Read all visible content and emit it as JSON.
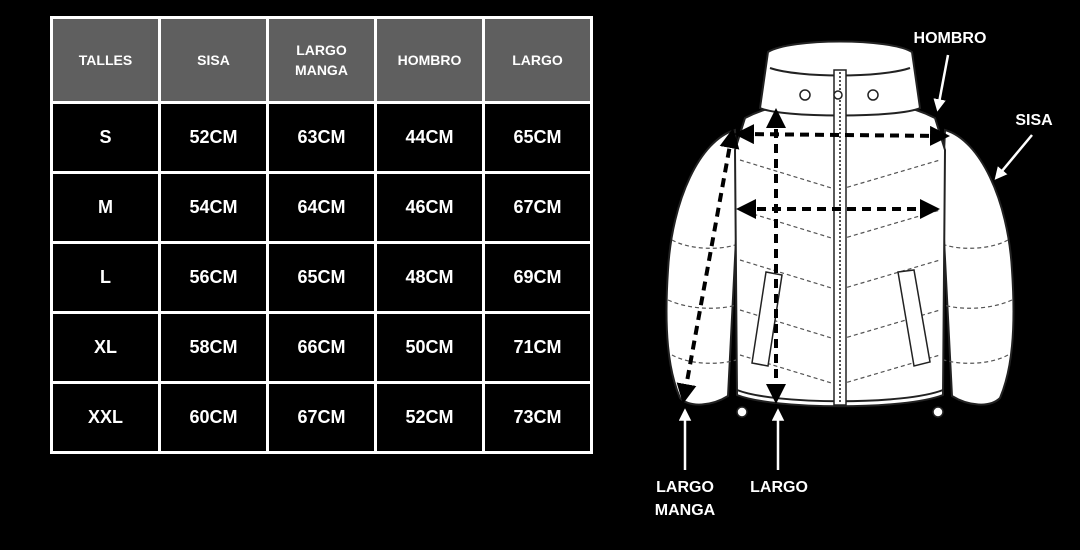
{
  "table": {
    "headers": [
      "TALLES",
      "SISA",
      "LARGO\nMANGA",
      "HOMBRO",
      "LARGO"
    ],
    "rows": [
      [
        "S",
        "52CM",
        "63CM",
        "44CM",
        "65CM"
      ],
      [
        "M",
        "54CM",
        "64CM",
        "46CM",
        "67CM"
      ],
      [
        "L",
        "56CM",
        "65CM",
        "48CM",
        "69CM"
      ],
      [
        "XL",
        "58CM",
        "66CM",
        "50CM",
        "71CM"
      ],
      [
        "XXL",
        "60CM",
        "67CM",
        "52CM",
        "73CM"
      ]
    ]
  },
  "diagram": {
    "labels": {
      "hombro": "HOMBRO",
      "sisa": "SISA",
      "largo_manga": "LARGO\nMANGA",
      "largo": "LARGO"
    }
  },
  "colors": {
    "background": "#000000",
    "header_bg": "#5f5f5f",
    "text": "#ffffff",
    "grid": "#ffffff"
  }
}
